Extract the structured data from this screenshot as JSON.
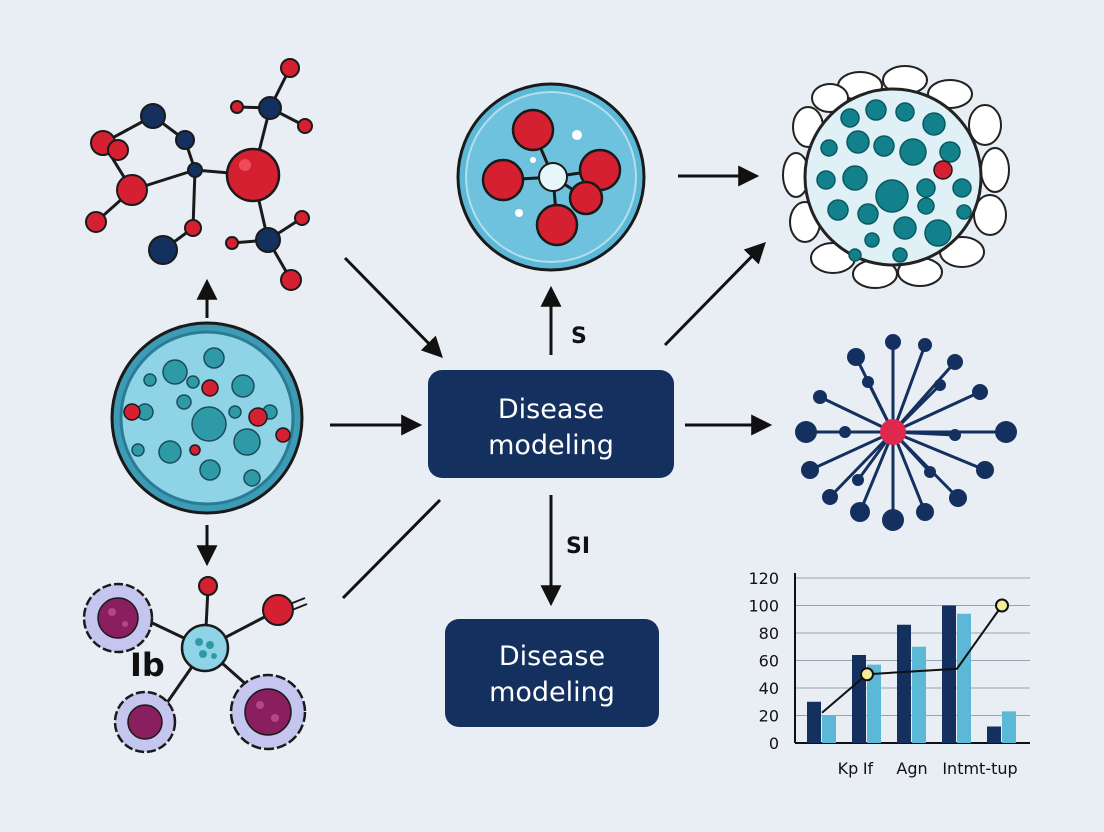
{
  "colors": {
    "background": "#e9eef4",
    "navy": "#13305f",
    "red": "#d42030",
    "teal": "#12818c",
    "cyan": "#8fd3e6",
    "lightBlue": "#5bb8d6",
    "purple": "#8a1f60",
    "lavender": "#c5c6ef"
  },
  "nodes": {
    "hub_primary": {
      "label_line1": "Disease",
      "label_line2": "modeling"
    },
    "hub_secondary": {
      "label_line1": "Disease",
      "label_line2": "modeling"
    },
    "edge_up": {
      "label": "S"
    },
    "edge_down": {
      "label": "SI"
    },
    "immune_cluster": {
      "label": "Ib"
    }
  },
  "icons": [
    "molecule-icon",
    "petri-dish-icon",
    "cell-cluster-icon",
    "network-icon",
    "round-cell-icon",
    "immune-cells-icon"
  ],
  "chart_data": {
    "type": "bar",
    "categories": [
      "Kp",
      "If",
      "Agn",
      "Intmt",
      "tup"
    ],
    "series": [
      {
        "values": [
          30,
          64,
          86,
          100,
          12
        ]
      },
      {
        "values": [
          20,
          57,
          70,
          94,
          23
        ]
      }
    ],
    "line": [
      [
        0,
        22
      ],
      [
        1,
        50
      ],
      [
        3,
        54
      ],
      [
        4,
        100
      ]
    ],
    "yticks": [
      0,
      20,
      40,
      60,
      80,
      100,
      120
    ],
    "ylim": [
      0,
      120
    ],
    "category_label_text": [
      "Kp",
      "If",
      "Agn",
      "Intmt-tup"
    ],
    "grid": true
  }
}
